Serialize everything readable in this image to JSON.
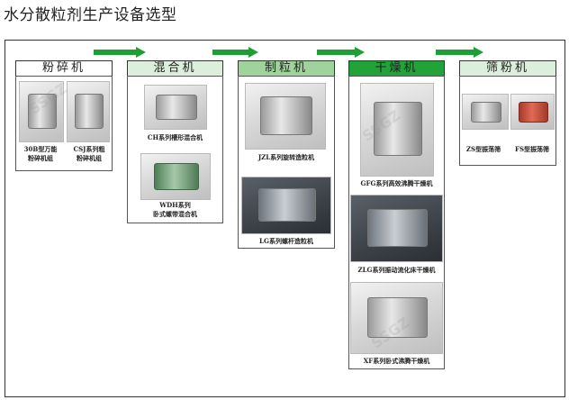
{
  "page": {
    "title": "水分散粒剂生产设备选型"
  },
  "colors": {
    "arrow": "#1e9e35",
    "header_light": "#dceedc",
    "header_mid": "#9fd39b",
    "header_dark": "#22a33a",
    "border": "#333333"
  },
  "stages": [
    {
      "name": "粉碎机",
      "machines": [
        {
          "caption_lines": [
            "30B型万能",
            "粉碎机组"
          ]
        },
        {
          "caption_lines": [
            "CSJ系列粗",
            "粉碎机组"
          ]
        }
      ]
    },
    {
      "name": "混合机",
      "machines": [
        {
          "caption_lines": [
            "CH系列槽形混合机"
          ]
        },
        {
          "caption_lines": [
            "WDH系列",
            "卧式螺带混合机"
          ]
        }
      ]
    },
    {
      "name": "制粒机",
      "machines": [
        {
          "caption_lines": [
            "JZL系列旋转造粒机"
          ]
        },
        {
          "caption_lines": [
            "LG系列螺杆造粒机"
          ]
        }
      ]
    },
    {
      "name": "干燥机",
      "machines": [
        {
          "caption_lines": [
            "GFG系列高效沸腾干燥机"
          ]
        },
        {
          "caption_lines": [
            "ZLG系列振动流化床干燥机"
          ]
        },
        {
          "caption_lines": [
            "XF系列卧式沸腾干燥机"
          ]
        }
      ]
    },
    {
      "name": "筛粉机",
      "machines": [
        {
          "caption_lines": [
            "ZS型振荡筛"
          ]
        },
        {
          "caption_lines": [
            "FS型振荡筛"
          ]
        }
      ]
    }
  ]
}
